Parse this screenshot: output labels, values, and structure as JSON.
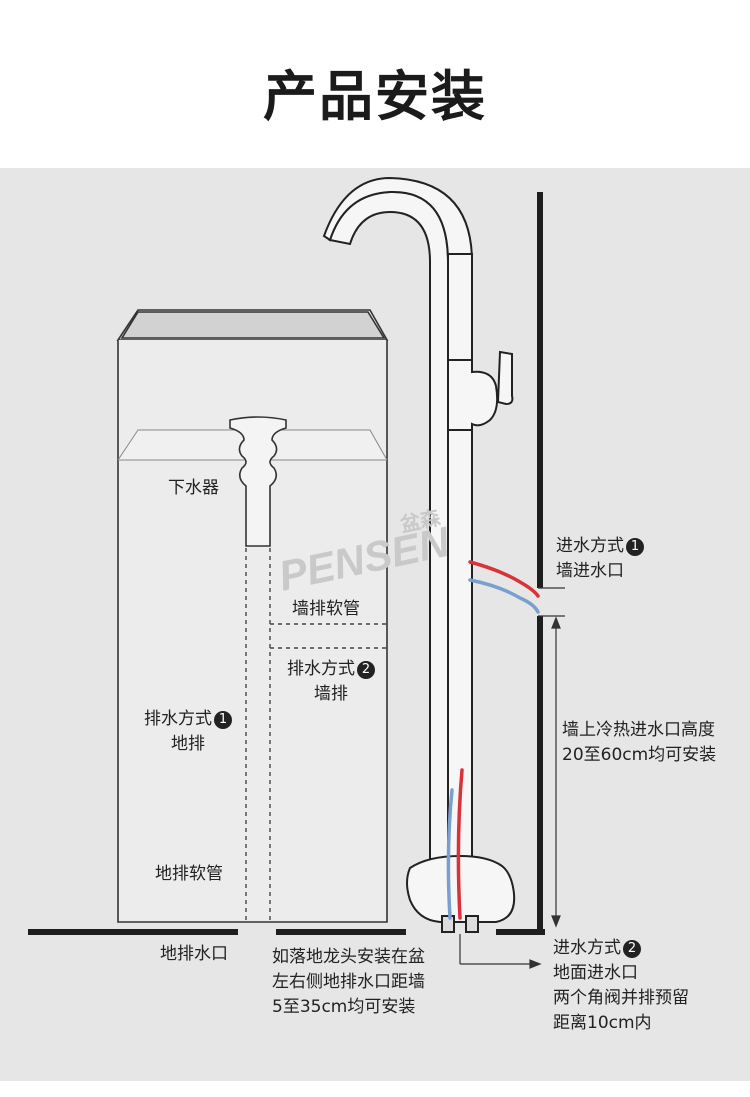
{
  "title": "产品安装",
  "watermark": {
    "brand": "PENSEN",
    "brand_cn": "盆森"
  },
  "labels": {
    "drain_fitting": "下水器",
    "wall_drain_hose": "墙排软管",
    "drain_method_2_line1": "排水方式",
    "drain_method_2_num": "2",
    "drain_method_2_line2": "墙排",
    "drain_method_1_line1": "排水方式",
    "drain_method_1_num": "1",
    "drain_method_1_line2": "地排",
    "floor_drain_hose": "地排软管",
    "floor_drain_outlet": "地排水口",
    "floor_note_line1": "如落地龙头安装在盆",
    "floor_note_line2": "左右侧地排水口距墙",
    "floor_note_line3": "5至35cm均可安装",
    "inlet_method_1_line1": "进水方式",
    "inlet_method_1_num": "1",
    "inlet_method_1_line2": "墙进水口",
    "height_note_line1": "墙上冷热进水口高度",
    "height_note_line2": "20至60cm均可安装",
    "inlet_method_2_line1": "进水方式",
    "inlet_method_2_num": "2",
    "inlet_method_2_line2": "地面进水口",
    "inlet_method_2_line3": "两个角阀并排预留",
    "inlet_method_2_line4": "距离10cm内"
  },
  "colors": {
    "hot_pipe": "#d8323a",
    "cold_pipe": "#7a9fcf",
    "outline": "#222222",
    "panel_bg": "#e6e6e6",
    "watermark": "#c9c9c9"
  }
}
